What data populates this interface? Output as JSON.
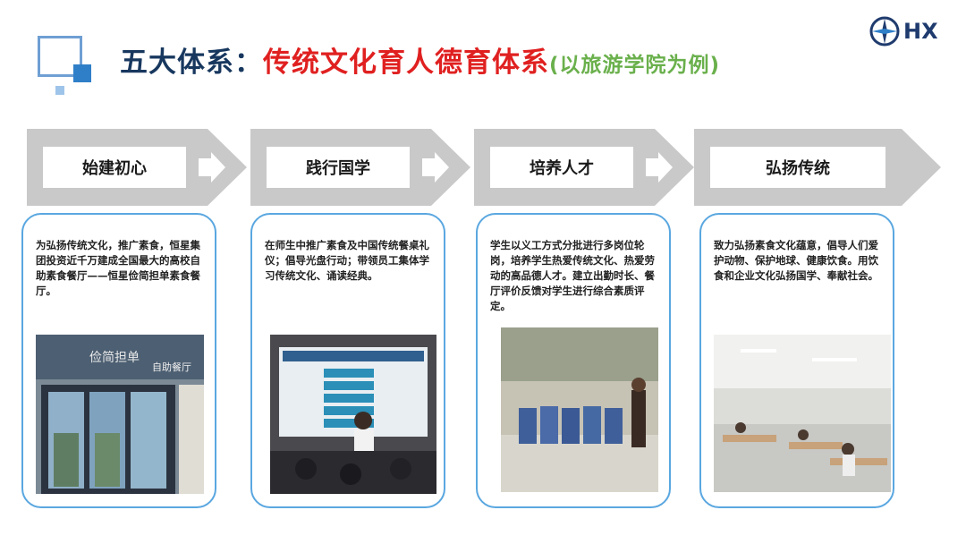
{
  "title": {
    "prefix": "五大体系：",
    "highlight": "传统文化育人德育体系",
    "note": "(以旅游学院为例)"
  },
  "logo": {
    "text": "HX",
    "icon": "compass-logo-icon"
  },
  "steps": [
    {
      "label": "始建初心",
      "text": "为弘扬传统文化，推广素食，恒星集团投资近千万建成全国最大的高校自助素食餐厅——恒星俭简担单素食餐厅。"
    },
    {
      "label": "践行国学",
      "text": "在师生中推广素食及中国传统餐桌礼仪；倡导光盘行动；带领员工集体学习传统文化、诵读经典。"
    },
    {
      "label": "培养人才",
      "text": "学生以义工方式分批进行多岗位轮岗，培养学生热爱传统文化、热爱劳动的高品德人才。建立出勤时长、餐厅评价反馈对学生进行综合素质评定。"
    },
    {
      "label": "弘扬传统",
      "text": "致力弘扬素食文化蕴意，倡导人们爱护动物、保护地球、健康饮食。用饮食和企业文化弘扬国学、奉献社会。"
    }
  ],
  "photos": [
    {
      "name": "restaurant-entrance-photo",
      "sign_left": "俭简担单",
      "sign_right": "自助餐厅"
    },
    {
      "name": "lecture-presentation-photo"
    },
    {
      "name": "students-bowing-photo"
    },
    {
      "name": "dining-hall-photo"
    }
  ],
  "colors": {
    "title": "#17375e",
    "highlight": "#e02020",
    "note": "#6ab04c",
    "arrow": "#c8c8c8",
    "card_border": "#5aa7e0"
  }
}
